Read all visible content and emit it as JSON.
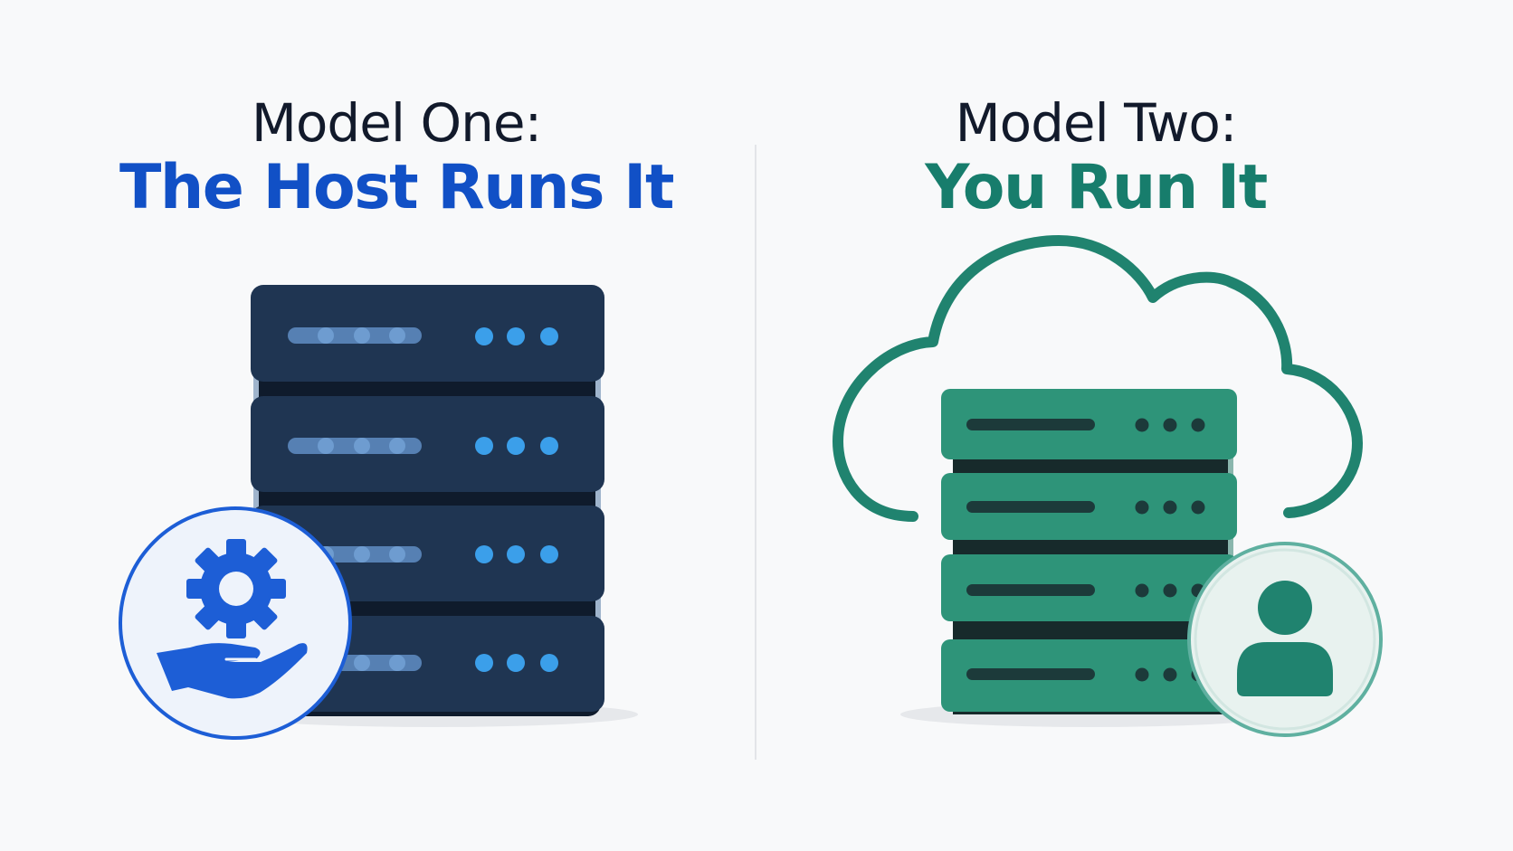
{
  "model_one": {
    "label": "Model One:",
    "title": "The Host Runs It",
    "label_color": "#121a2b",
    "title_color": "#1150c6",
    "server_color": "#1f3552",
    "light_color": "#3b9fea",
    "badge_icon": "gear-hand-icon",
    "badge_color": "#1d5ed6"
  },
  "model_two": {
    "label": "Model Two:",
    "title": "You Run It",
    "label_color": "#121a2b",
    "title_color": "#177d6c",
    "server_color": "#2e9479",
    "light_color": "#1c3a3a",
    "cloud_icon": "cloud-icon",
    "badge_icon": "user-icon",
    "badge_color": "#20836f"
  }
}
